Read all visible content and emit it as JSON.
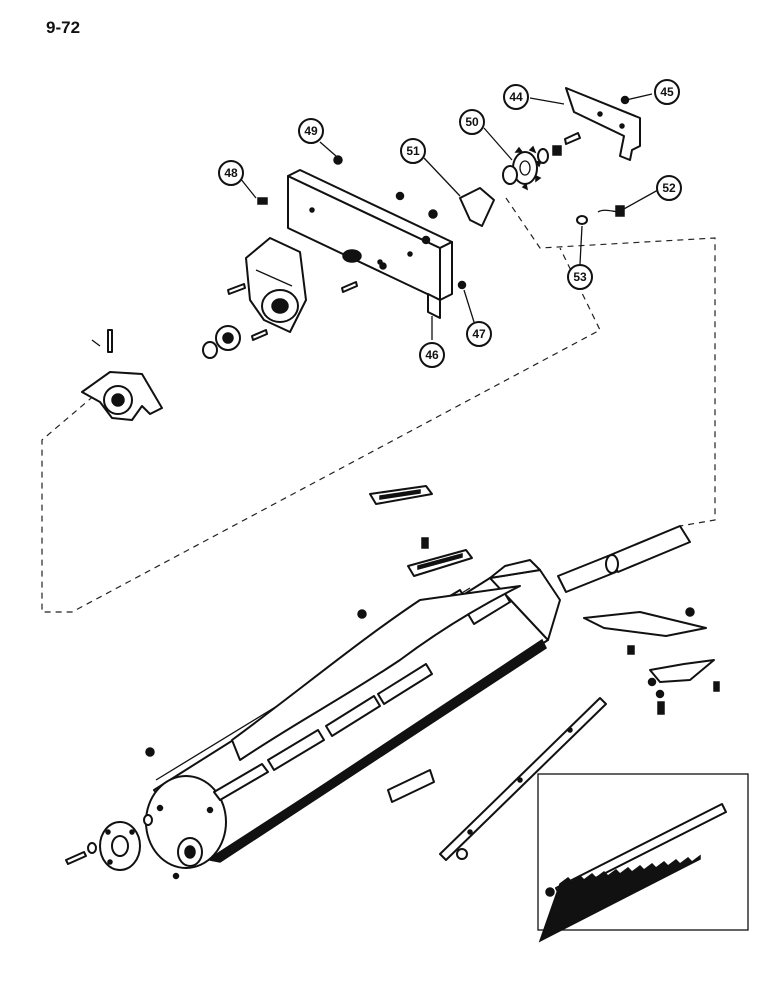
{
  "page": {
    "number": "9-72"
  },
  "callouts": [
    {
      "id": "c44",
      "label": "44"
    },
    {
      "id": "c45",
      "label": "45"
    },
    {
      "id": "c46",
      "label": "46"
    },
    {
      "id": "c47",
      "label": "47"
    },
    {
      "id": "c48",
      "label": "48"
    },
    {
      "id": "c49",
      "label": "49"
    },
    {
      "id": "c50",
      "label": "50"
    },
    {
      "id": "c51",
      "label": "51"
    },
    {
      "id": "c52",
      "label": "52"
    },
    {
      "id": "c53",
      "label": "53"
    }
  ]
}
